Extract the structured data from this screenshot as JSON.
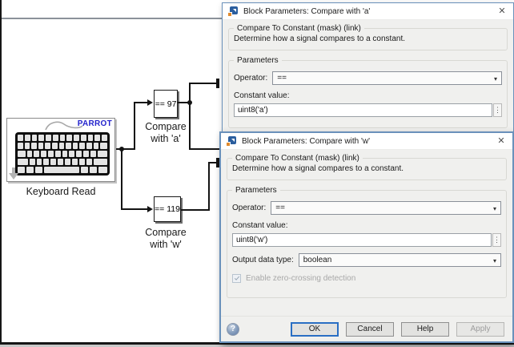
{
  "diagram": {
    "keyboard_block": {
      "label": "Keyboard Read",
      "tag": "PARROT"
    },
    "compare_a": {
      "value": "== 97",
      "label1": "Compare",
      "label2": "with 'a'"
    },
    "compare_w": {
      "value": "== 119",
      "label1": "Compare",
      "label2": "with 'w'"
    }
  },
  "dialog_a": {
    "title": "Block Parameters: Compare with 'a'",
    "mask_group": "Compare To Constant (mask) (link)",
    "description": "Determine how a signal compares to a constant.",
    "params_group": "Parameters",
    "operator": {
      "label": "Operator:",
      "value": "=="
    },
    "constant": {
      "label": "Constant value:",
      "value": "uint8('a')"
    }
  },
  "dialog_w": {
    "title": "Block Parameters: Compare with 'w'",
    "mask_group": "Compare To Constant (mask) (link)",
    "description": "Determine how a signal compares to a constant.",
    "params_group": "Parameters",
    "operator": {
      "label": "Operator:",
      "value": "=="
    },
    "constant": {
      "label": "Constant value:",
      "value": "uint8('w')"
    },
    "output_type": {
      "label": "Output data type:",
      "value": "boolean"
    },
    "zero_crossing": {
      "label": "Enable zero-crossing detection",
      "checked": true
    },
    "buttons": {
      "ok": "OK",
      "cancel": "Cancel",
      "help": "Help",
      "apply": "Apply"
    }
  },
  "icons": {
    "close": "✕",
    "combo_arrow": "▾",
    "edit_ellipsis": "⋮",
    "help": "?"
  },
  "colors": {
    "dialog_border": "#6a91bb",
    "ok_button_border": "#2a6fc4",
    "parrot_text": "#2323cc",
    "wire": "#141414",
    "dialog_background": "#f0f0ee",
    "titlebar_background": "#ffffff"
  }
}
